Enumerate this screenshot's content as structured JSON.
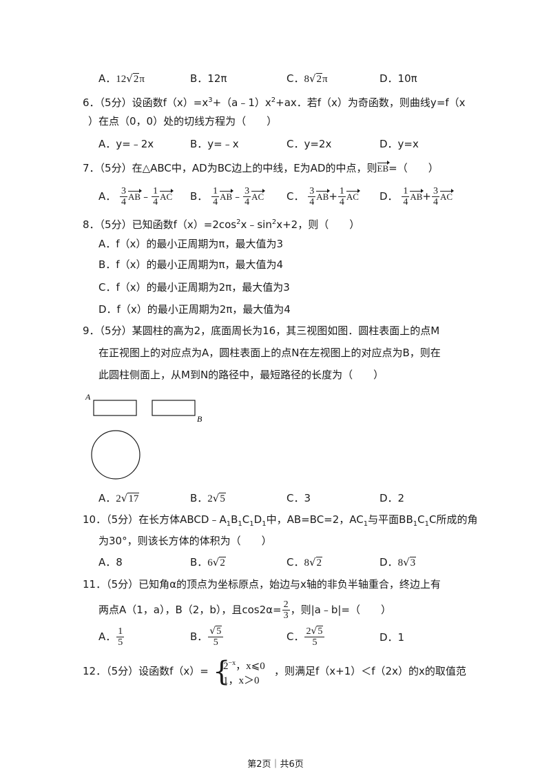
{
  "q5_options": {
    "A": "A．",
    "A_coef": "12",
    "A_rad": "2",
    "A_tail": "π",
    "B": "B．12π",
    "C": "C．",
    "C_coef": "8",
    "C_rad": "2",
    "C_tail": "π",
    "D": "D．10π"
  },
  "q6": {
    "line1": "6．（5分）设函数f（x）=x",
    "sup1": "3",
    "mid1": "+（a﹣1）x",
    "sup2": "2",
    "rest1": "+ax．若f（x）为奇函数，则曲线y=f（x",
    "line2": "）在点（0，0）处的切线方程为（　　）",
    "options": [
      "A．y=﹣2x",
      "B．y=﹣x",
      "C．y=2x",
      "D．y=x"
    ]
  },
  "q7": {
    "line1": "7．（5分）在△ABC中，AD为BC边上的中线，E为AD的中点，则",
    "vec_eb": "EB",
    "tail": "=（　　）",
    "A_label": "A．",
    "A_n1": "3",
    "A_d1": "4",
    "A_v1": "AB",
    "A_op": "﹣",
    "A_n2": "1",
    "A_d2": "4",
    "A_v2": "AC",
    "B_label": "B．",
    "B_n1": "1",
    "B_d1": "4",
    "B_v1": "AB",
    "B_op": "﹣",
    "B_n2": "3",
    "B_d2": "4",
    "B_v2": "AC",
    "C_label": "C．",
    "C_n1": "3",
    "C_d1": "4",
    "C_v1": "AB",
    "C_op": "+",
    "C_n2": "1",
    "C_d2": "4",
    "C_v2": "AC",
    "D_label": "D．",
    "D_n1": "1",
    "D_d1": "4",
    "D_v1": "AB",
    "D_op": "+",
    "D_n2": "3",
    "D_d2": "4",
    "D_v2": "AC"
  },
  "q8": {
    "line1a": "8．（5分）已知函数f（x）=2cos",
    "sup1": "2",
    "line1b": "x﹣sin",
    "sup2": "2",
    "line1c": "x+2，则（　　）",
    "options": [
      "A．f（x）的最小正周期为π，最大值为3",
      "B．f（x）的最小正周期为π，最大值为4",
      "C．f（x）的最小正周期为2π，最大值为3",
      "D．f（x）的最小正周期为2π，最大值为4"
    ]
  },
  "q9": {
    "line1": "9．（5分）某圆柱的高为2，底面周长为16，其三视图如图．圆柱表面上的点M",
    "line2": "在正视图上的对应点为A，圆柱表面上的点N在左视图上的对应点为B，则在",
    "line3": "此圆柱侧面上，从M到N的路径中，最短路径的长度为（　　）",
    "label_a": "A",
    "label_b": "B",
    "A_label": "A．",
    "A_coef": "2",
    "A_rad": "17",
    "B_label": "B．",
    "B_coef": "2",
    "B_rad": "5",
    "C": "C．3",
    "D": "D．2"
  },
  "q10": {
    "line1a": "10．（5分）在长方体ABCD﹣A",
    "s1": "1",
    "t1": "B",
    "s2": "1",
    "t2": "C",
    "s3": "1",
    "t3": "D",
    "s4": "1",
    "line1b": "中，AB=BC=2，AC",
    "s5": "1",
    "line1c": "与平面BB",
    "s6": "1",
    "line1d": "C",
    "s7": "1",
    "line1e": "C所成的角",
    "line2": "为30°，则该长方体的体积为（　　）",
    "A": "A．8",
    "B_label": "B．",
    "B_coef": "6",
    "B_rad": "2",
    "C_label": "C．",
    "C_coef": "8",
    "C_rad": "2",
    "D_label": "D．",
    "D_coef": "8",
    "D_rad": "3"
  },
  "q11": {
    "line1": "11．（5分）已知角α的顶点为坐标原点，始边与x轴的非负半轴重合，终边上有",
    "line2a": "两点A（1，a），B（2，b），且cos2α=",
    "frac_n": "2",
    "frac_d": "3",
    "line2b": "，则|a﹣b|=（　　）",
    "A_label": "A．",
    "A_n": "1",
    "A_d": "5",
    "B_label": "B．",
    "B_rad": "5",
    "B_d": "5",
    "C_label": "C．",
    "C_coef": "2",
    "C_rad": "5",
    "C_d": "5",
    "D": "D．1"
  },
  "q12": {
    "prefix": "12．（5分）设函数f（x）=",
    "case1_a": "2",
    "case1_sup": "−x",
    "case1_b": "，x⩽0",
    "case2": "1，x＞0",
    "suffix": "，则满足f（x+1）＜f（2x）的x的取值范"
  },
  "footer": "第2页｜共6页"
}
